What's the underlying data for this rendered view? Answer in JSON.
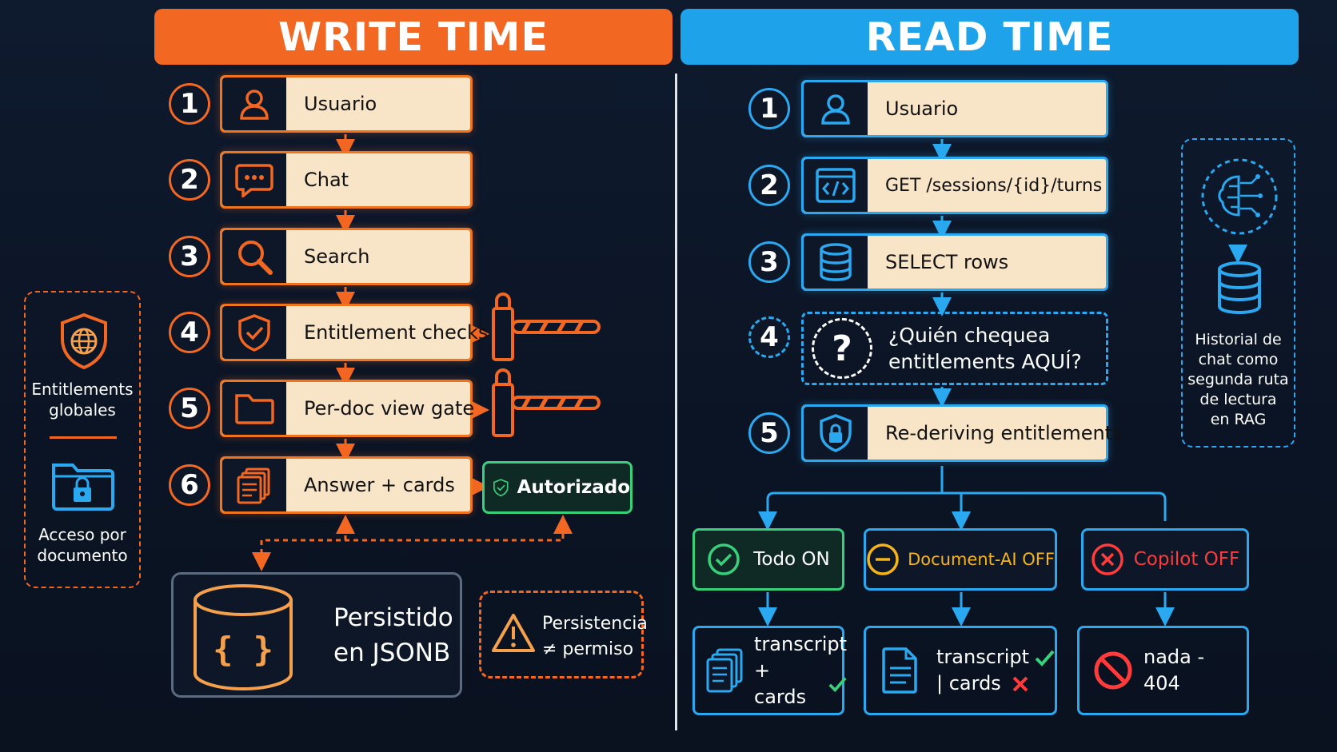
{
  "write": {
    "header": "WRITE TIME",
    "steps": [
      {
        "n": "1",
        "label": "Usuario",
        "icon": "user-icon"
      },
      {
        "n": "2",
        "label": "Chat",
        "icon": "chat-icon"
      },
      {
        "n": "3",
        "label": "Search",
        "icon": "search-icon"
      },
      {
        "n": "4",
        "label": "Entitlement checks",
        "icon": "shield-check-icon"
      },
      {
        "n": "5",
        "label": "Per-doc view gate",
        "icon": "folder-icon"
      },
      {
        "n": "6",
        "label": "Answer + cards",
        "icon": "documents-icon"
      }
    ],
    "authorized": "Autorizado",
    "persist_line1": "Persistido",
    "persist_line2": "en JSONB",
    "warning_line1": "Persistencia",
    "warning_line2": "≠ permiso"
  },
  "legend": {
    "global_line1": "Entitlements",
    "global_line2": "globales",
    "doc_line1": "Acceso por",
    "doc_line2": "documento"
  },
  "read": {
    "header": "READ TIME",
    "steps": [
      {
        "n": "1",
        "label": "Usuario",
        "icon": "user-icon"
      },
      {
        "n": "2",
        "label": "GET /sessions/{id}/turns",
        "icon": "code-window-icon"
      },
      {
        "n": "3",
        "label": "SELECT rows",
        "icon": "database-icon"
      },
      {
        "n": "5",
        "label": "Re-deriving entitlements",
        "icon": "shield-lock-icon"
      }
    ],
    "question": {
      "n": "4",
      "line1": "¿Quién chequea",
      "line2": "entitlements AQUÍ?"
    },
    "branches": [
      {
        "status": "Todo ON",
        "color": "#38d07a",
        "res_line1": "transcript",
        "res_line2": "+ cards"
      },
      {
        "status": "Document-AI OFF",
        "color": "#f5b41a",
        "res_line1": "transcript",
        "res_line2": "| cards"
      },
      {
        "status": "Copilot OFF",
        "color": "#ff3b3b",
        "res_line1": "nada - 404",
        "res_line2": ""
      }
    ]
  },
  "history": {
    "line1": "Historial de",
    "line2": "chat como",
    "line3": "segunda ruta",
    "line4": "de lectura",
    "line5": "en RAG"
  }
}
